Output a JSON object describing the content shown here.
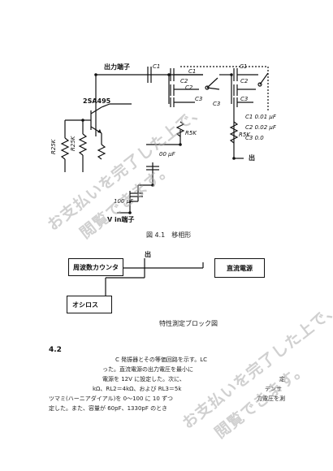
{
  "circuit": {
    "output_terminal": "出力端子",
    "input_terminal": "V in端子",
    "transistor": "2SA495",
    "resistors": [
      "R25K",
      "R25K",
      "R5K",
      "R5K"
    ],
    "capacitors": [
      "C1",
      "C2",
      "C3",
      "C1",
      "C2",
      "C3",
      "C1",
      "C2",
      "C3"
    ],
    "cap_values": [
      "C1 0.01 μF",
      "C2 0.02 μF",
      "C3 0.0"
    ],
    "misc_labels": [
      "00 μF",
      "100 μF",
      "出"
    ]
  },
  "figure1_caption": "図 4.1　移相形",
  "block_diagram": {
    "counter": "周波数カウンタ",
    "power": "直流電源",
    "scope": "オシロス",
    "top_label": "出",
    "caption": "特性測定ブロック図"
  },
  "section": {
    "number": "4.2",
    "lines": [
      "C 発振器とその等価回路を示す。LC",
      "った。直流電源の出力電圧を最小に",
      "電源を 12V に設定した。次に、",
      "kΩ、RL2＝4kΩ、および RL3＝5k",
      "ツマミ(ハーニアダイアル)を 0～100 に 10 ずつ",
      "定した。また、容量が 60pF、1330pF のとき"
    ],
    "right_fragments": [
      "定",
      "デンサ",
      "力電圧を測"
    ]
  },
  "watermark": "お支払いを完了した上で、閲覧できます。"
}
